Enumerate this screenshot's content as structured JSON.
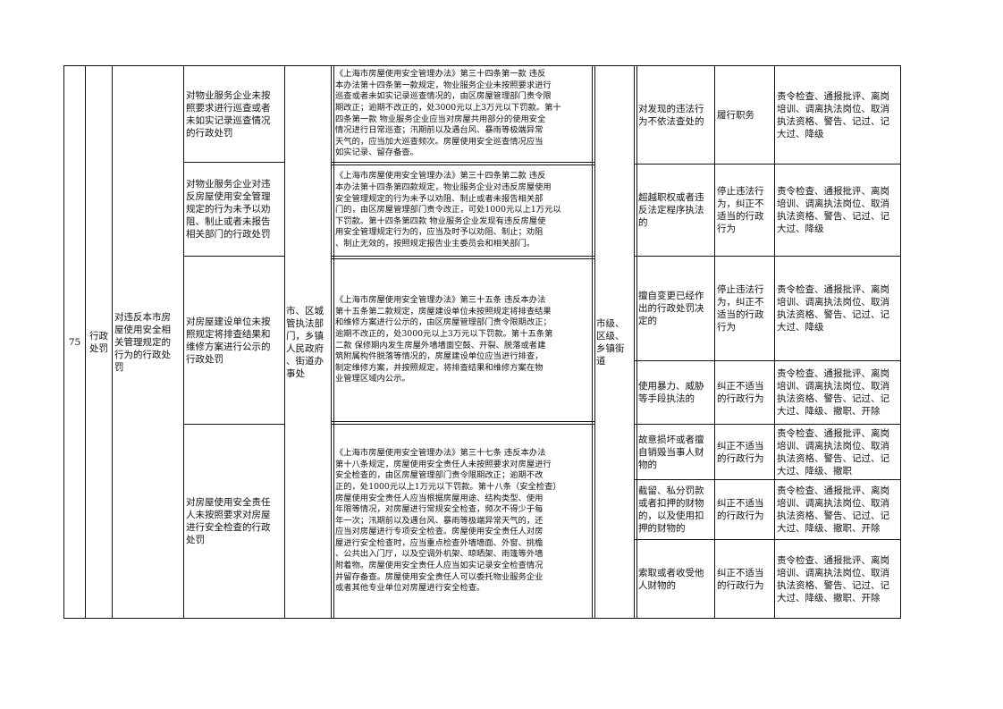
{
  "table": {
    "row_no": "75",
    "category": "行政\n处罚",
    "item_name": "对违反本市房\n屋使用安全相\n关管理规定的\n行为的行政处\n罚",
    "org": "市、区城\n管执法部\n门，乡镇\n人民政府\n、街道办\n事处",
    "level": "市级、\n区级、\n乡镇街\n道",
    "sub_items": [
      {
        "title": "对物业服务企业未按\n照要求进行巡查或者\n未如实记录巡查情况\n的行政处罚",
        "basis": "《上海市房屋使用安全管理办法》第三十四条第一款  违反\n本办法第十四条第一款规定，物业服务企业未按照要求进行\n巡查或者未如实记录巡查情况的，由区房屋管理部门责令限\n期改正；逾期不改正的，处3000元以上3万元以下罚款。第十\n四条第一款  物业服务企业应当对房屋共用部分的使用安全\n情况进行日常巡查；汛期前以及遇台风、暴雨等极端异常\n天气的，应当加大巡查频次。房屋使用安全巡查情况应当\n如实记录、留存备查。"
      },
      {
        "title": "对物业服务企业对违\n反房屋使用安全管理\n规定的行为未予以劝\n阻、制止或者未报告\n相关部门的行政处罚",
        "basis": "《上海市房屋使用安全管理办法》第三十四条第二款  违反\n本办法第十四条第四款规定，物业服务企业对违反房屋使用\n安全管理规定的行为未予以劝阻、制止或者未报告相关部\n门的，由区房屋管理部门责令改正，可处1000元以上1万元以\n下罚款。第十四条第四款  物业服务企业发现有违反房屋使\n用安全管理规定行为的，应当及时予以劝阻、制止；劝阻\n、制止无效的，按照规定报告业主委员会和相关部门。"
      },
      {
        "title": "对房屋建设单位未按\n照规定将排查结果和\n维修方案进行公示的\n行政处罚",
        "basis": "《上海市房屋使用安全管理办法》第三十五条  违反本办法\n第十五条第二款规定，房屋建设单位未按照规定将排查结果\n和维修方案进行公示的，由区房屋管理部门责令限期改正；\n逾期不改正的，处3000元以上3万元以下罚款。第十五条第\n二款  保修期内发生房屋外墙墙面空鼓、开裂、脱落或者建\n筑附属构件脱落等情况的，房屋建设单位应当进行排查，\n制定维修方案，并按照规定，将排查结果和维修方案在物\n业管理区域内公示。"
      },
      {
        "title": "对房屋使用安全责任\n人未按照要求对房屋\n进行安全检查的行政\n处罚",
        "basis": "《上海市房屋使用安全管理办法》第三十七条  违反本办法\n第十八条规定，房屋使用安全责任人未按照要求对房屋进行\n安全检查的，由区房屋管理部门责令限期改正；逾期不改\n正的，处1000元以上1万元以下罚款。第十八条（安全检查）\n房屋使用安全责任人应当根据房屋用途、结构类型、使用\n年限等情况，对房屋进行常规安全检查，频次不得少于每\n年一次；汛期前以及遇台风、暴雨等极端异常天气的，还\n应当对房屋进行专项安全检查。房屋使用安全责任人对房\n屋进行安全检查时，应当重点检查外墙墙面、外窗、挑檐\n、公共出入门厅，以及空调外机架、晾晒架、雨篷等外墙\n附着物。房屋使用安全责任人应当如实记录安全检查情况\n并留存备查。房屋使用安全责任人可以委托物业服务企业\n或者其他专业单位对房屋进行安全检查。"
      }
    ],
    "liability": [
      {
        "situation": "对发现的违法行\n为不依法查处的",
        "response": "履行职务",
        "penalty": "责令检查、通报批评、离岗\n培训、调离执法岗位、取消\n执法资格、警告、记过、记\n大过、降级"
      },
      {
        "situation": "超越职权或者违\n反法定程序执法\n的",
        "response": "停止违法行\n为，纠正不\n适当的行政\n行为",
        "penalty": "责令检查、通报批评、离岗\n培训、调离执法岗位、取消\n执法资格、警告、记过、记\n大过、降级"
      },
      {
        "situation": "擅自变更已经作\n出的行政处罚决\n定的",
        "response": "停止违法行\n为，纠正不\n适当的行政\n行为",
        "penalty": "责令检查、通报批评、离岗\n培训、调离执法岗位、取消\n执法资格、警告、记过、记\n大过、降级"
      },
      {
        "situation": "使用暴力、威胁\n等手段执法的",
        "response": "纠正不适当\n的行政行为",
        "penalty": "责令检查、通报批评、离岗\n培训、调离执法岗位、取消\n执法资格、警告、记过、记\n大过、降级、撤职、开除"
      },
      {
        "situation": "故意损坏或者擅\n自销毁当事人财\n物的",
        "response": "纠正不适当\n的行政行为",
        "penalty": "责令检查、通报批评、离岗\n培训、调离执法岗位、取消\n执法资格、警告、记过、记\n大过、降级、撤职"
      },
      {
        "situation": "截留、私分罚款\n或者扣押的财物\n的，以及使用扣\n押的财物的",
        "response": "纠正不适当\n的行政行为",
        "penalty": "责令检查、通报批评、离岗\n培训、调离执法岗位、取消\n执法资格、警告、记过、记\n大过、降级、撤职、开除"
      },
      {
        "situation": "索取或者收受他\n人财物的",
        "response": "纠正不适当\n的行政行为",
        "penalty": "责令检查、通报批评、离岗\n培训、调离执法岗位、取消\n执法资格、警告、记过、记\n大过、降级、撤职、开除"
      }
    ]
  }
}
